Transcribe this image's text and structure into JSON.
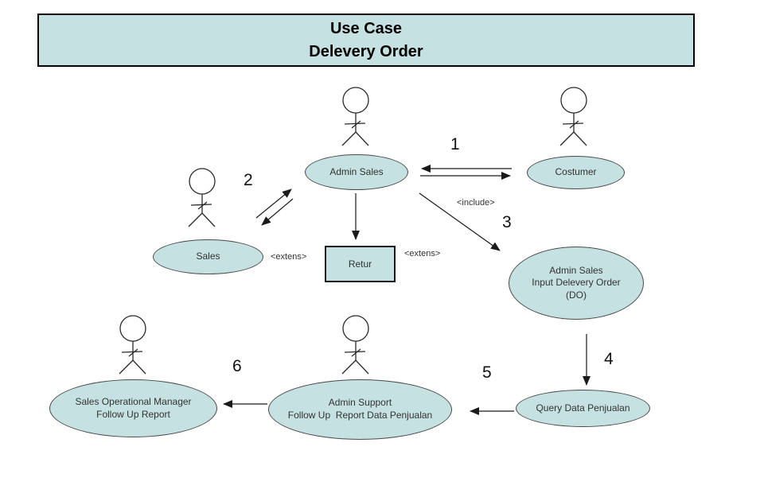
{
  "title": {
    "line1": "Use Case",
    "line2": "Delevery Order"
  },
  "use_cases": {
    "admin_sales": {
      "label": "Admin Sales"
    },
    "costumer": {
      "label": "Costumer"
    },
    "sales": {
      "label": "Sales"
    },
    "input_do": {
      "label": "Admin Sales\nInput Delevery Order\n(DO)"
    },
    "query": {
      "label": "Query Data Penjualan"
    },
    "admin_support": {
      "label": "Admin Support\nFollow Up  Report Data Penjualan"
    },
    "sales_op_manager": {
      "label": "Sales Operational Manager\nFollow Up Report"
    }
  },
  "process_box": {
    "label": "Retur"
  },
  "edge_labels": {
    "n1": "1",
    "n2": "2",
    "n3": "3",
    "n4": "4",
    "n5": "5",
    "n6": "6",
    "include": "<include>",
    "extens_left": "<extens>",
    "extens_right": "<extens>"
  },
  "icons": {
    "actor": "uml-actor-stick-figure"
  },
  "colors": {
    "node_fill": "#c5e1e2",
    "node_border": "#4a4a4a",
    "line": "#1a1a1a",
    "background": "#ffffff",
    "title_border": "#000000"
  }
}
